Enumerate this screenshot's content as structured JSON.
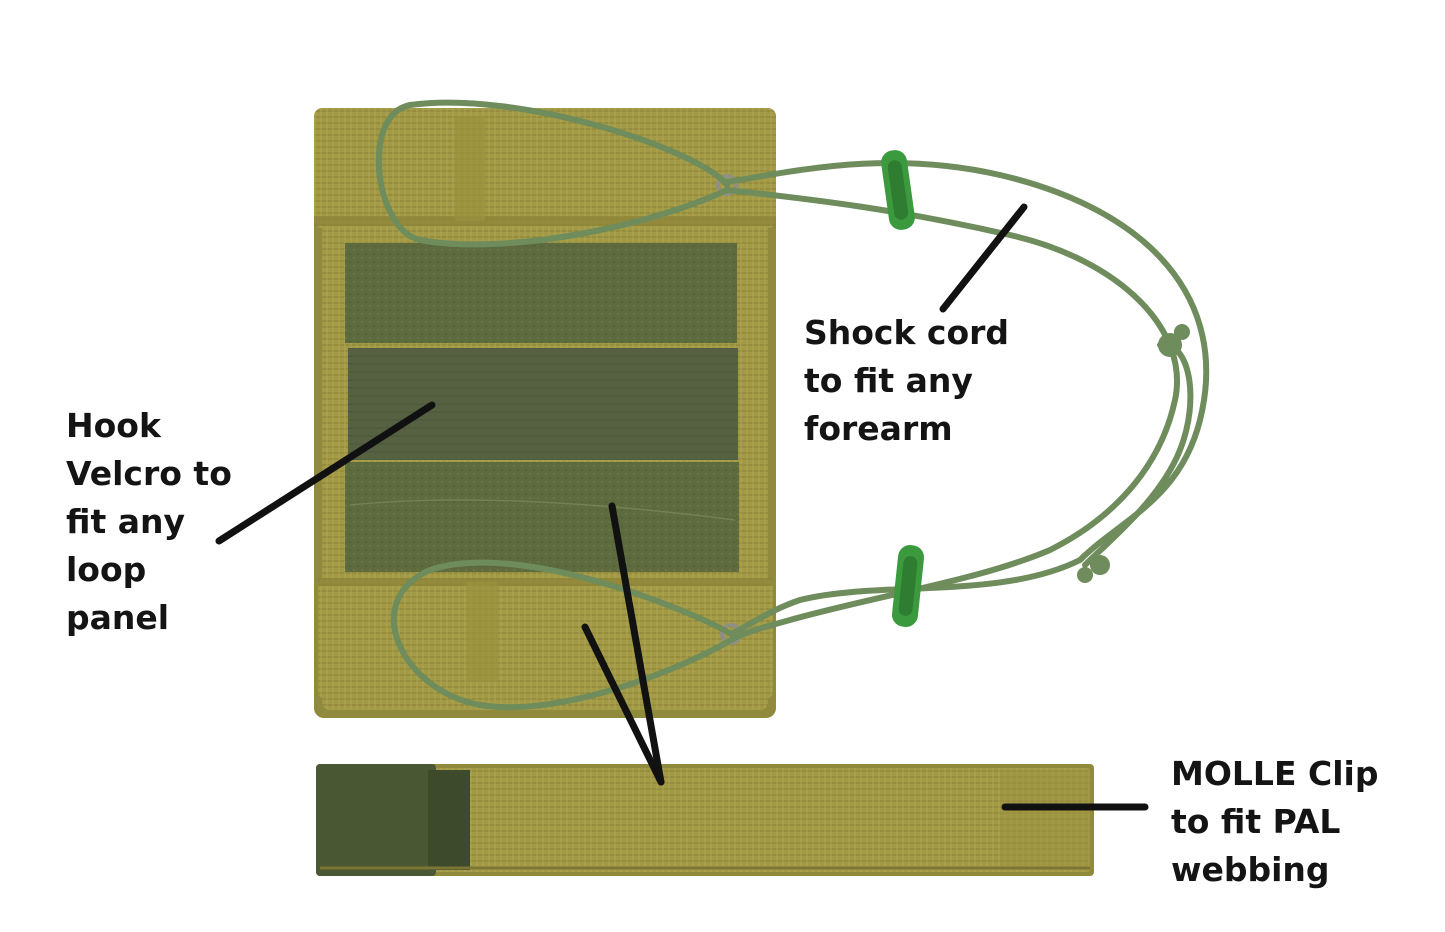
{
  "labels": {
    "shock_cord": {
      "lines": [
        "Shock cord",
        "to fit any",
        "forearm"
      ]
    },
    "hook_velcro": {
      "lines": [
        "Hook",
        "Velcro to",
        "fit any",
        "loop",
        "panel"
      ]
    },
    "molle_clip": {
      "lines": [
        "MOLLE Clip",
        "to fit PAL",
        "webbing"
      ]
    }
  },
  "colors": {
    "coyote_webbing": "#a39a45",
    "olive_velcro": "#5d6b3e",
    "dark_olive": "#4a5733",
    "shock_cord": "#6f8c5c",
    "cord_lock": "#3c9a3e",
    "pointer_line": "#111111",
    "text": "#141414"
  }
}
